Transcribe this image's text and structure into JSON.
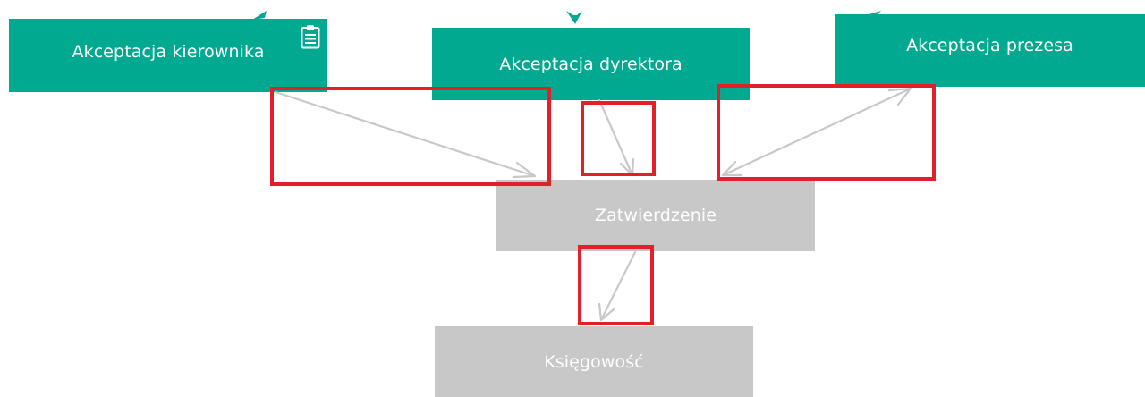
{
  "colors": {
    "active_node": "#00a98f",
    "inactive_node": "#c8c8c8",
    "connector": "#c8c8c8",
    "highlight": "#e3202a",
    "node_text": "#ffffff"
  },
  "nodes": {
    "kierownik": {
      "label": "Akceptacja kierownika",
      "icon": "clipboard-icon",
      "state": "active"
    },
    "dyrektor": {
      "label": "Akceptacja dyrektora",
      "state": "active"
    },
    "prezes": {
      "label": "Akceptacja prezesa",
      "state": "active"
    },
    "zatwierdzenie": {
      "label": "Zatwierdzenie",
      "state": "inactive"
    },
    "ksiegowosc": {
      "label": "Księgowość",
      "state": "inactive"
    }
  },
  "connectors": [
    {
      "from": "kierownik",
      "to": "zatwierdzenie",
      "highlighted": true
    },
    {
      "from": "dyrektor",
      "to": "zatwierdzenie",
      "highlighted": true
    },
    {
      "from": "prezes",
      "to": "zatwierdzenie",
      "bidirectional": true,
      "highlighted": true
    },
    {
      "from": "zatwierdzenie",
      "to": "ksiegowosc",
      "highlighted": true
    }
  ]
}
